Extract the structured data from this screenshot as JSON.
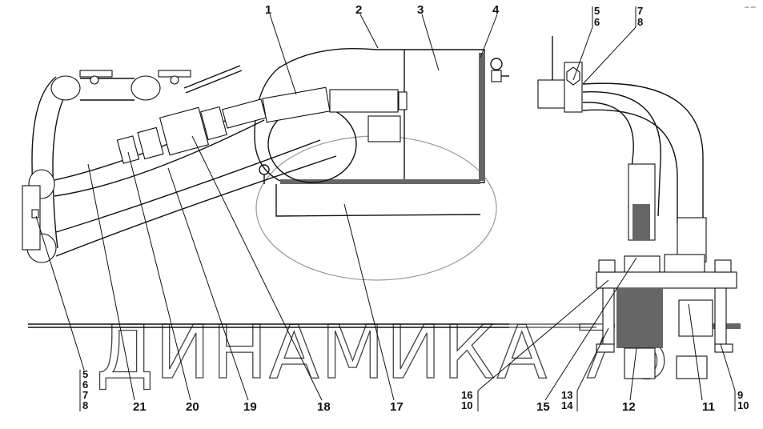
{
  "watermark": {
    "text": "ДИНАМИКА 76"
  },
  "corner_mark": "ᵃ⁴ᵒ ⁰⁰⁰",
  "callouts": {
    "c1": "1",
    "c2": "2",
    "c3": "3",
    "c4": "4",
    "c5": "5",
    "c6": "6",
    "c7": "7",
    "c8": "8",
    "c9": "9",
    "c10": "10",
    "c11": "11",
    "c12": "12",
    "c13": "13",
    "c14": "14",
    "c15": "15",
    "c16": "16",
    "c17": "17",
    "c18": "18",
    "c19": "19",
    "c20": "20",
    "c21": "21"
  }
}
